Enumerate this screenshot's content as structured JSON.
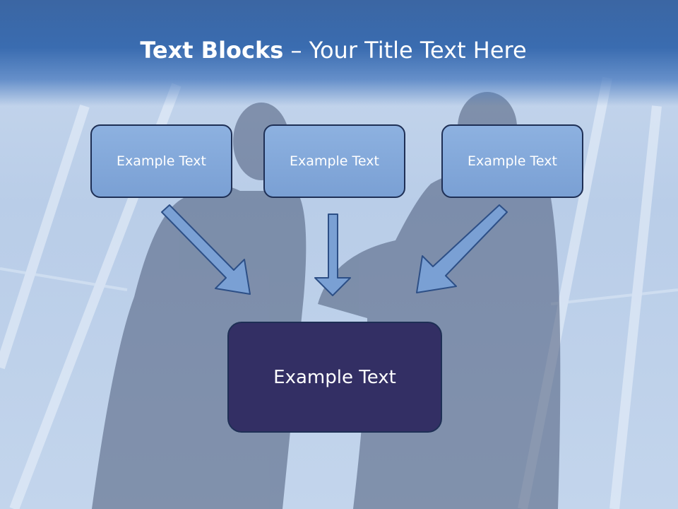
{
  "title": {
    "bold": "Text Blocks",
    "rest": " – Your Title Text Here"
  },
  "boxes": [
    "Example Text",
    "Example Text",
    "Example Text"
  ],
  "center_box": "Example Text",
  "colors": {
    "header": "#3a6cb0",
    "small_box": "#7aa0d4",
    "center_box": "#332f64",
    "arrow": "#7aa0d4"
  }
}
